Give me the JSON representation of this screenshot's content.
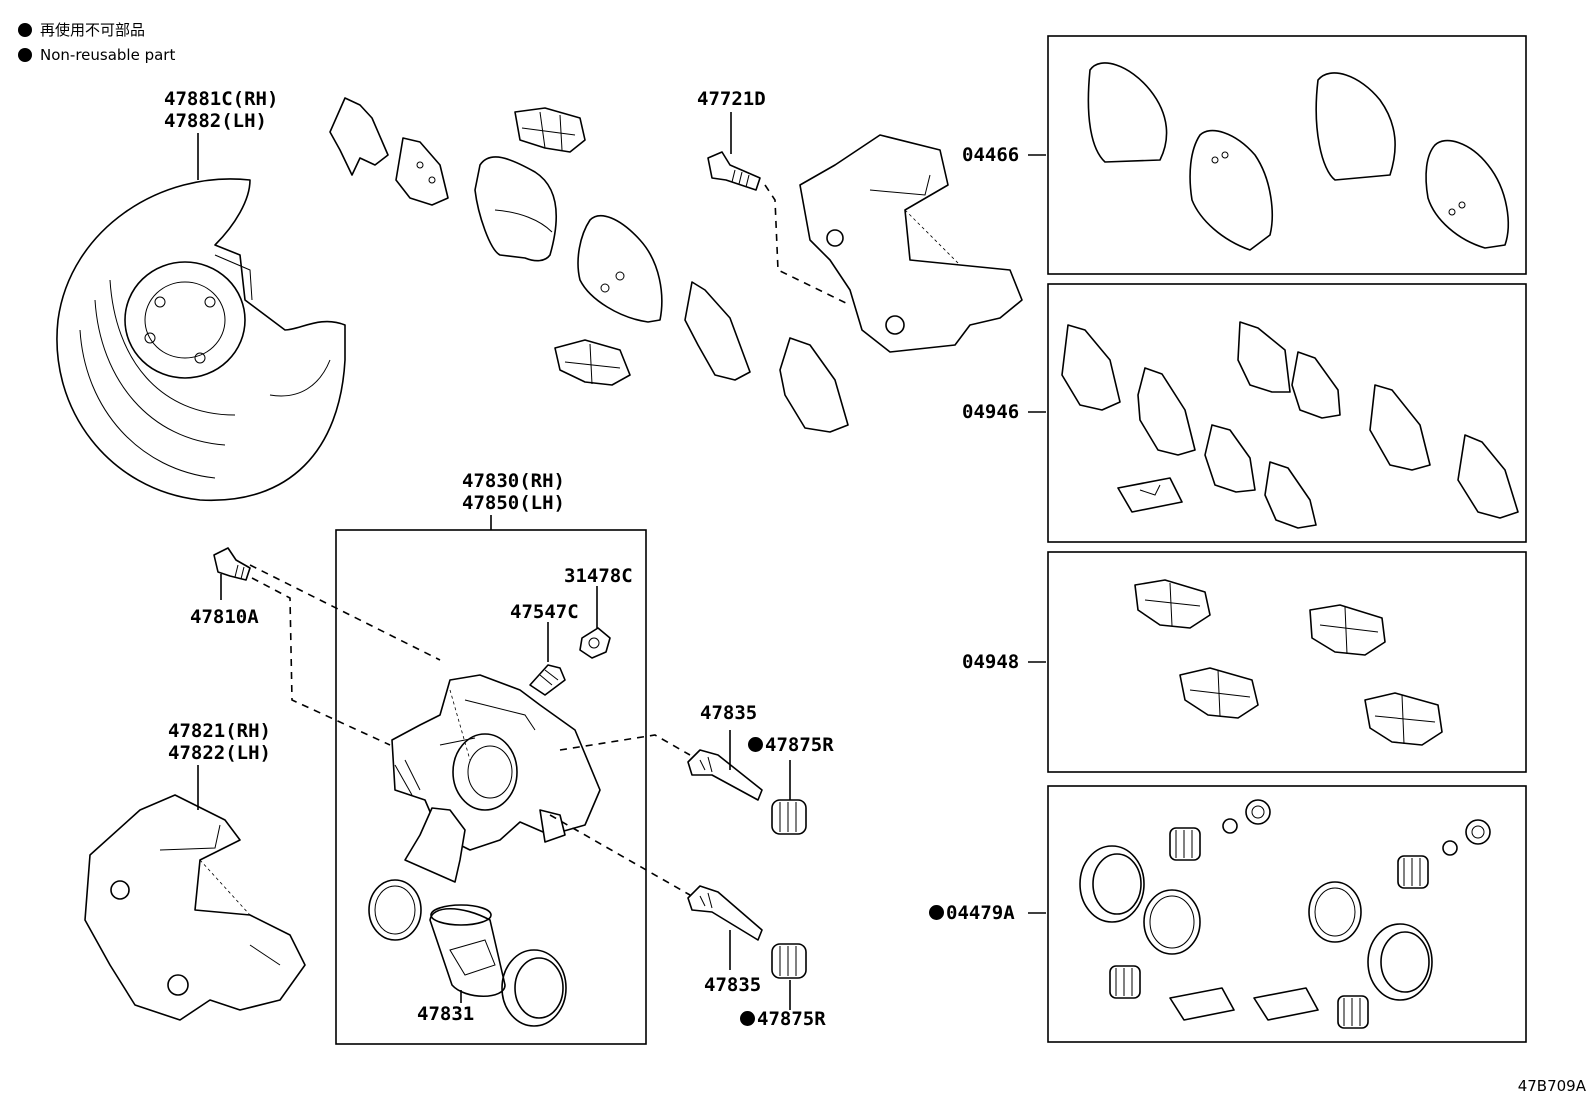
{
  "legend": [
    {
      "text": "再使用不可部品",
      "symbol": "filled-circle-icon"
    },
    {
      "text": "Non-reusable part",
      "symbol": "filled-circle-icon"
    }
  ],
  "callouts": {
    "c47881": {
      "lines": [
        "47881C(RH)",
        "47882(LH)"
      ],
      "non_reusable": false
    },
    "c47721": {
      "lines": [
        "47721D"
      ],
      "non_reusable": false
    },
    "c04466": {
      "lines": [
        "04466"
      ],
      "non_reusable": false
    },
    "c04946": {
      "lines": [
        "04946"
      ],
      "non_reusable": false
    },
    "c04948": {
      "lines": [
        "04948"
      ],
      "non_reusable": false
    },
    "c04479": {
      "lines": [
        "04479A"
      ],
      "non_reusable": true
    },
    "c47830": {
      "lines": [
        "47830(RH)",
        "47850(LH)"
      ],
      "non_reusable": false
    },
    "c47810": {
      "lines": [
        "47810A"
      ],
      "non_reusable": false
    },
    "c31478": {
      "lines": [
        "31478C"
      ],
      "non_reusable": false
    },
    "c47547": {
      "lines": [
        "47547C"
      ],
      "non_reusable": false
    },
    "c47821": {
      "lines": [
        "47821(RH)",
        "47822(LH)"
      ],
      "non_reusable": false
    },
    "c47835a": {
      "lines": [
        "47835"
      ],
      "non_reusable": false
    },
    "c47875a": {
      "lines": [
        "47875R"
      ],
      "non_reusable": true
    },
    "c47835b": {
      "lines": [
        "47835"
      ],
      "non_reusable": false
    },
    "c47875b": {
      "lines": [
        "47875R"
      ],
      "non_reusable": true
    },
    "c47831": {
      "lines": [
        "47831"
      ],
      "non_reusable": false
    }
  },
  "figure_id": "47B709A"
}
